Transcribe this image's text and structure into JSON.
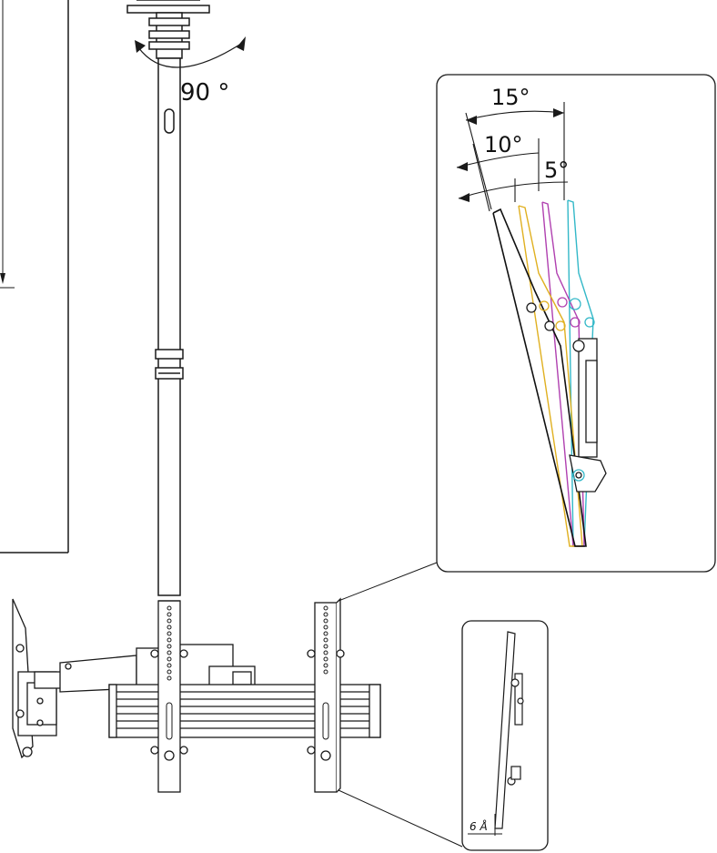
{
  "labels": {
    "rotation": "90 °",
    "tilt_15": "15°",
    "tilt_10": "10°",
    "tilt_5": "5°",
    "offset": "6 Å"
  },
  "colors": {
    "line": "#1a1a1a",
    "tilt_0": "#33b8c8",
    "tilt_5": "#b040b0",
    "tilt_10": "#e0b020",
    "tilt_15": "#111111"
  }
}
